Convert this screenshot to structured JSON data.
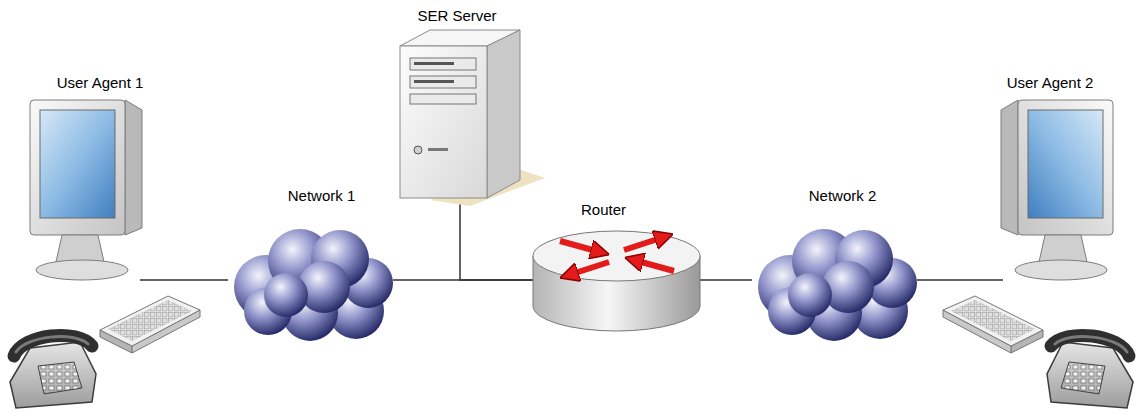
{
  "diagram": {
    "nodes": [
      {
        "text": [
          "User Agent 1"
        ]
      },
      {
        "text": [
          "Network 1"
        ]
      },
      {
        "text": [
          "SER Server"
        ]
      },
      {
        "text": [
          "Router"
        ]
      },
      {
        "text": [
          "Network 2"
        ]
      },
      {
        "text": [
          "User Agent 2"
        ]
      }
    ],
    "edges": [
      {
        "from": 0,
        "to": 1,
        "arrow": "none"
      },
      {
        "from": 1,
        "to": 3,
        "arrow": "none"
      },
      {
        "from": 2,
        "to": 3,
        "arrow": "none"
      },
      {
        "from": 3,
        "to": 4,
        "arrow": "none"
      },
      {
        "from": 4,
        "to": 5,
        "arrow": "none"
      }
    ]
  }
}
